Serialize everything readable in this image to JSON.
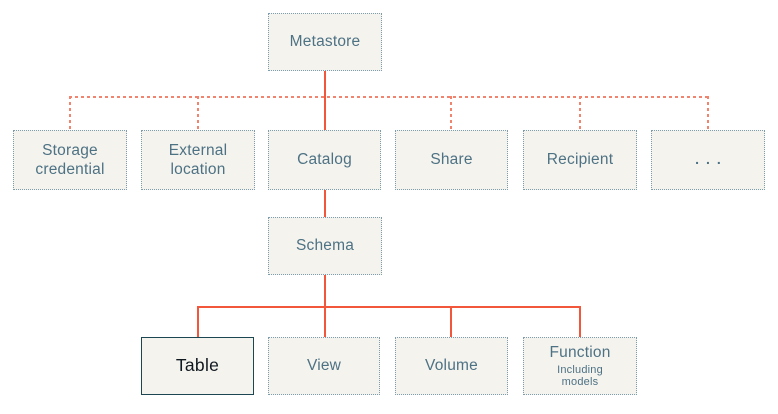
{
  "diagram": {
    "description": "Metastore object hierarchy diagram",
    "colors": {
      "background": "#ffffff",
      "node_fill": "#f5f3ee",
      "node_border": "#7e9dac",
      "node_text": "#4d7284",
      "highlight_border": "#1d4653",
      "highlight_text": "#10181f",
      "connector_solid": "#f2573c",
      "connector_dotted": "#f0846e"
    },
    "nodes": {
      "metastore": {
        "label": "Metastore"
      },
      "storage_credential": {
        "label": "Storage credential"
      },
      "external_location": {
        "label": "External location"
      },
      "catalog": {
        "label": "Catalog"
      },
      "share": {
        "label": "Share"
      },
      "recipient": {
        "label": "Recipient"
      },
      "ellipsis": {
        "label": "..."
      },
      "schema": {
        "label": "Schema"
      },
      "table": {
        "label": "Table"
      },
      "view": {
        "label": "View"
      },
      "volume": {
        "label": "Volume"
      },
      "function": {
        "label": "Function",
        "sublabel": "Including models"
      }
    },
    "edges": [
      {
        "from": "metastore",
        "to": "storage_credential",
        "style": "dotted"
      },
      {
        "from": "metastore",
        "to": "external_location",
        "style": "dotted"
      },
      {
        "from": "metastore",
        "to": "catalog",
        "style": "solid"
      },
      {
        "from": "metastore",
        "to": "share",
        "style": "dotted"
      },
      {
        "from": "metastore",
        "to": "recipient",
        "style": "dotted"
      },
      {
        "from": "metastore",
        "to": "ellipsis",
        "style": "dotted"
      },
      {
        "from": "catalog",
        "to": "schema",
        "style": "solid"
      },
      {
        "from": "schema",
        "to": "table",
        "style": "solid"
      },
      {
        "from": "schema",
        "to": "view",
        "style": "solid"
      },
      {
        "from": "schema",
        "to": "volume",
        "style": "solid"
      },
      {
        "from": "schema",
        "to": "function",
        "style": "solid"
      }
    ]
  }
}
